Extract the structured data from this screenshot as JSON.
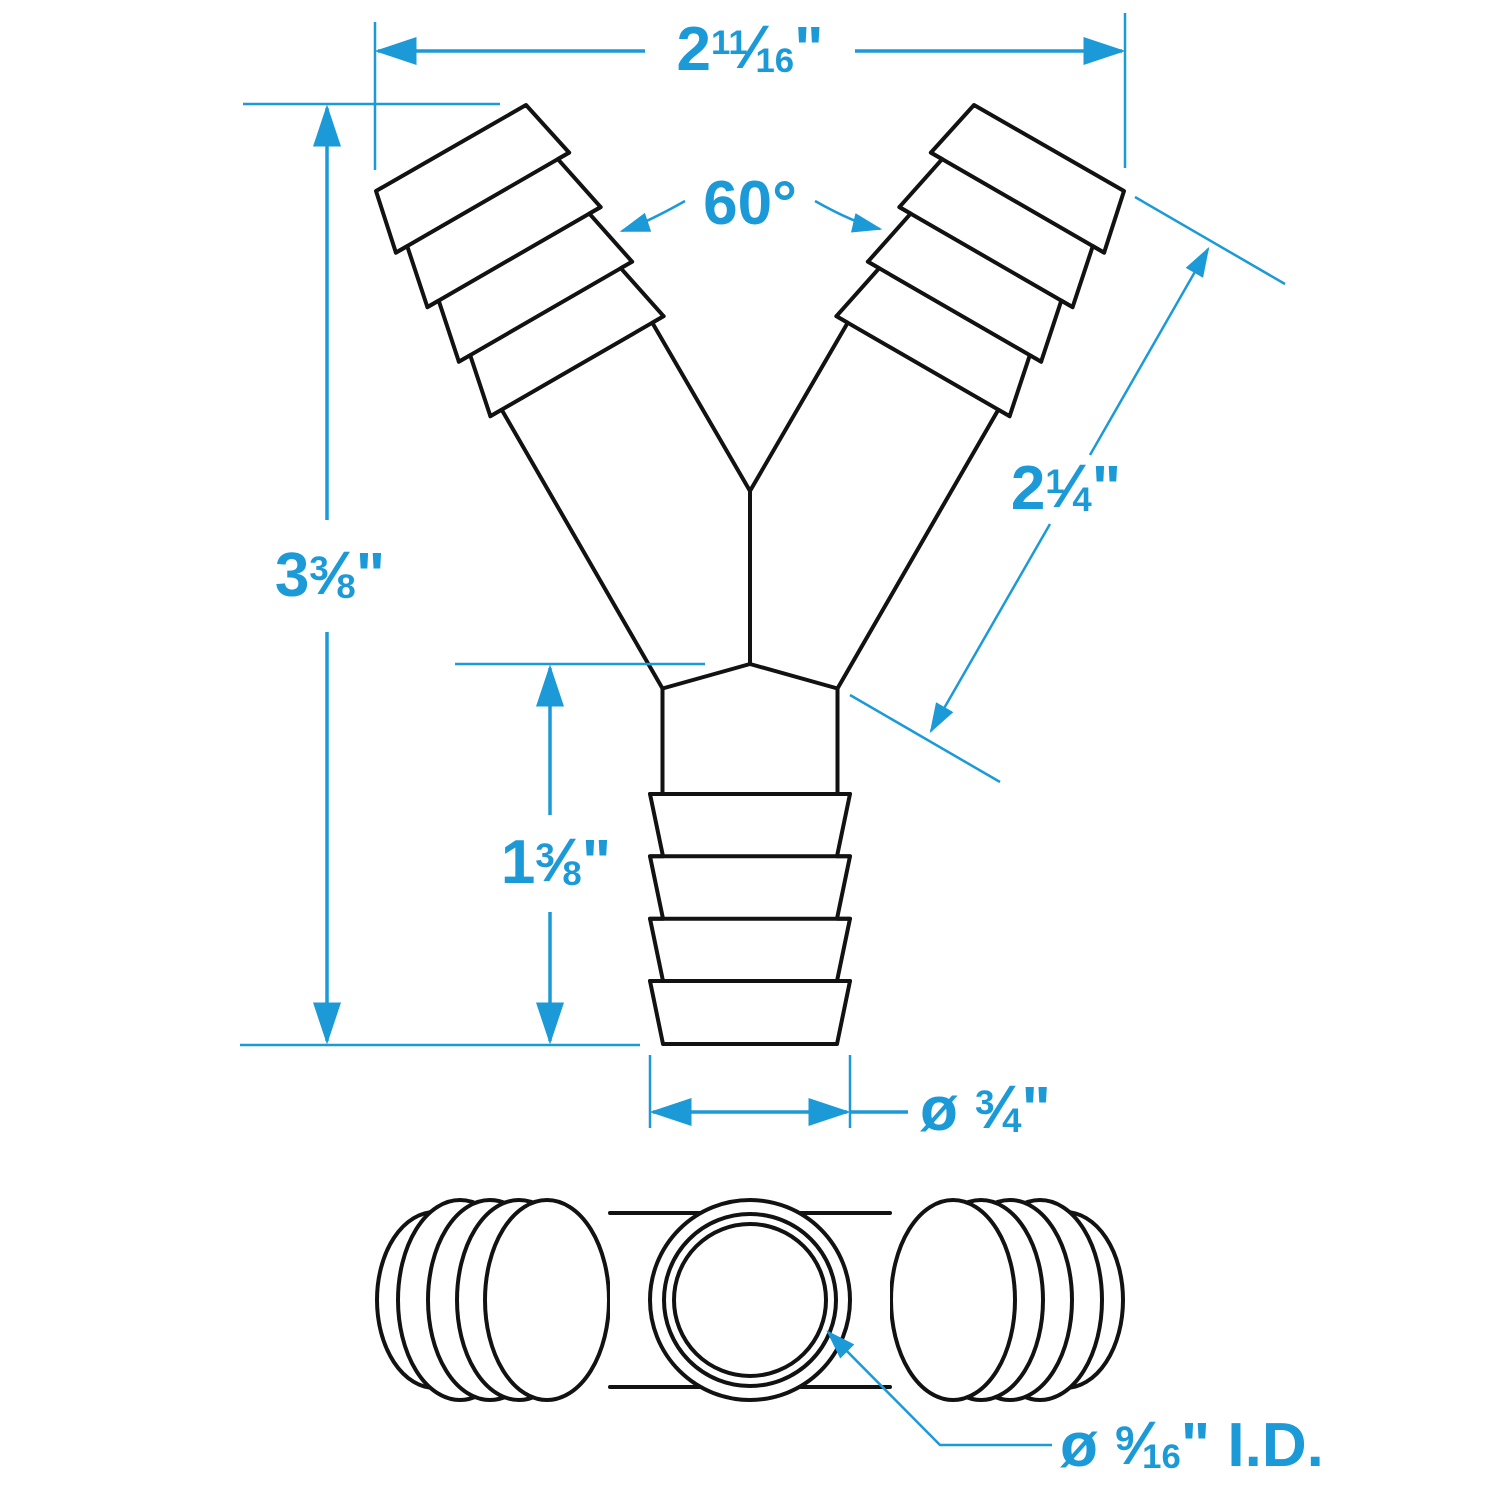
{
  "colors": {
    "accent": "#1b9ad7",
    "line": "#121212",
    "bg": "#ffffff"
  },
  "drawing": {
    "type": "technical-dimension-drawing",
    "subject": "Y-shaped hose barb fitting, front view and bottom view"
  },
  "labels": {
    "width": {
      "whole": "2",
      "num": "11",
      "slash": "⁄",
      "den": "16",
      "suffix": "\""
    },
    "angle": {
      "whole": "60°"
    },
    "arm_length": {
      "whole": "2",
      "num": "1",
      "slash": "⁄",
      "den": "4",
      "suffix": "\""
    },
    "overall_height": {
      "whole": "3",
      "num": "3",
      "slash": "⁄",
      "den": "8",
      "suffix": "\""
    },
    "stem_height": {
      "whole": "1",
      "num": "3",
      "slash": "⁄",
      "den": "8",
      "suffix": "\""
    },
    "outer_diameter": {
      "prefix": "ø ",
      "num": "3",
      "slash": "⁄",
      "den": "4",
      "suffix": "\""
    },
    "inner_diameter": {
      "prefix": "ø ",
      "num": "9",
      "slash": "⁄",
      "den": "16",
      "suffix": "\" I.D."
    }
  }
}
